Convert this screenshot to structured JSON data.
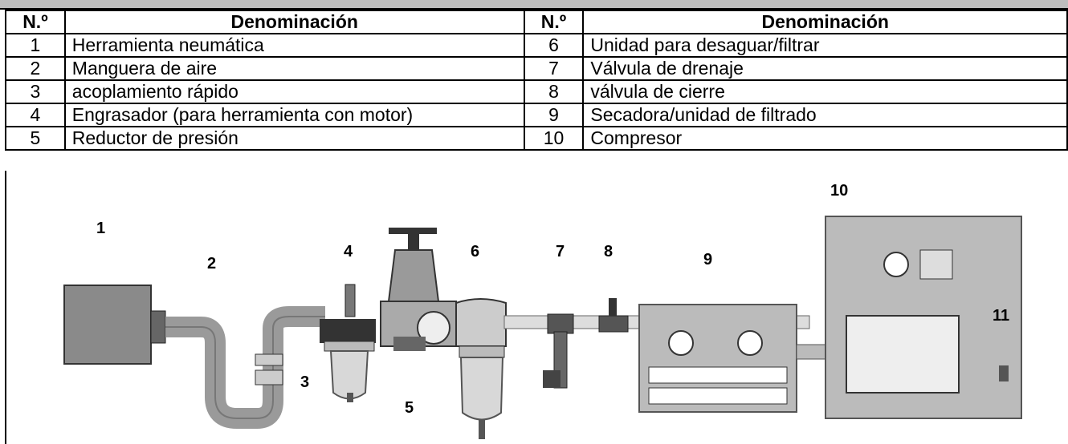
{
  "table": {
    "headers": {
      "num": "N.º",
      "name": "Denominación"
    },
    "rows": [
      {
        "n1": "1",
        "d1": "Herramienta neumática",
        "n2": "6",
        "d2": "Unidad para desaguar/filtrar"
      },
      {
        "n1": "2",
        "d1": "Manguera de aire",
        "n2": "7",
        "d2": "Válvula de drenaje"
      },
      {
        "n1": "3",
        "d1": "acoplamiento rápido",
        "n2": "8",
        "d2": "válvula de cierre"
      },
      {
        "n1": "4",
        "d1": "Engrasador (para herramienta con motor)",
        "n2": "9",
        "d2": "Secadora/unidad de filtrado"
      },
      {
        "n1": "5",
        "d1": "Reductor de presión",
        "n2": "10",
        "d2": "Compresor"
      }
    ]
  },
  "diagram": {
    "labels": [
      "1",
      "2",
      "3",
      "4",
      "5",
      "6",
      "7",
      "8",
      "9",
      "10",
      "11"
    ]
  }
}
